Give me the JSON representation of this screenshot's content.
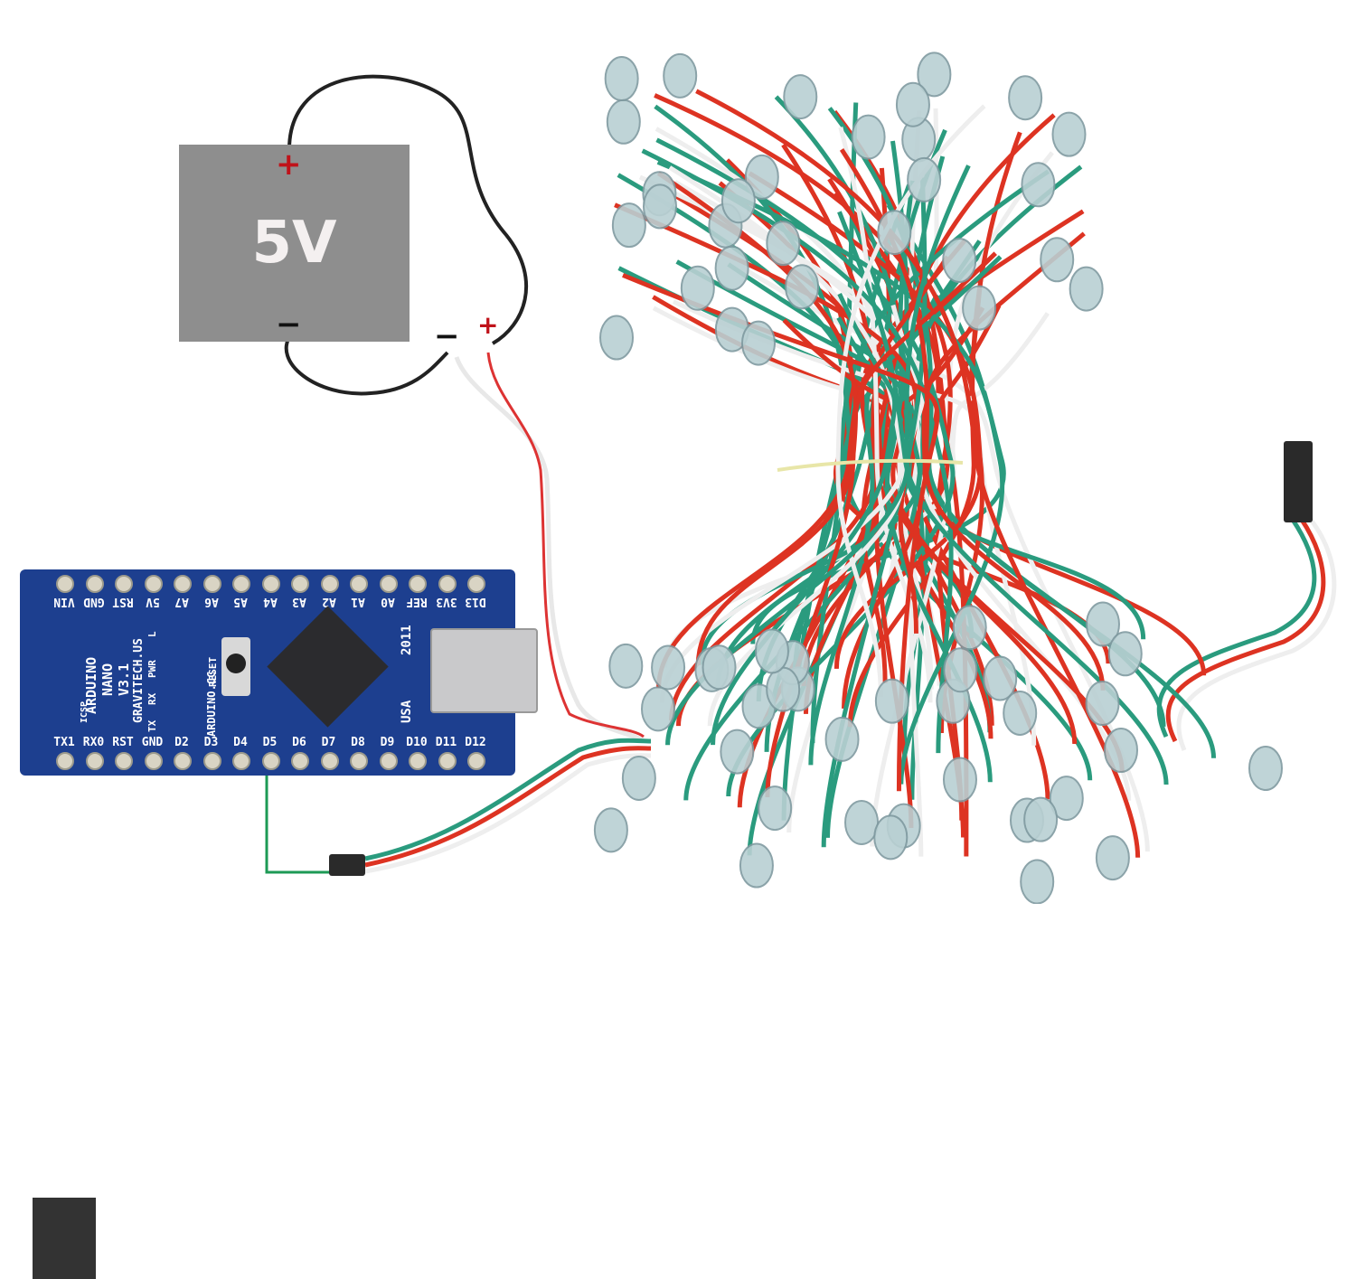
{
  "power_supply": {
    "label": "5V",
    "plus": "+",
    "minus": "−"
  },
  "strip_input": {
    "minus": "−",
    "plus": "+"
  },
  "board": {
    "name_lines": [
      "ARDUINO",
      "NANO",
      "V3.1"
    ],
    "brand": "GRAVITECH.US",
    "site": "ARDUINO.CC",
    "country": "USA",
    "year": "2011",
    "reset": "RESET",
    "icsp": "ICSP",
    "led_labels": [
      "L",
      "PWR",
      "RX",
      "TX"
    ],
    "top_pins": [
      "VIN",
      "GND",
      "RST",
      "5V",
      "A7",
      "A6",
      "A5",
      "A4",
      "A3",
      "A2",
      "A1",
      "A0",
      "REF",
      "3V3",
      "D13"
    ],
    "bottom_pins": [
      "TX1",
      "RX0",
      "RST",
      "GND",
      "D2",
      "D3",
      "D4",
      "D5",
      "D6",
      "D7",
      "D8",
      "D9",
      "D10",
      "D11",
      "D12"
    ]
  },
  "colors": {
    "plus": "#c0121a",
    "board": "#1d3f8f",
    "psu": "#8e8e8e",
    "data_wire": "#1d9a55"
  }
}
